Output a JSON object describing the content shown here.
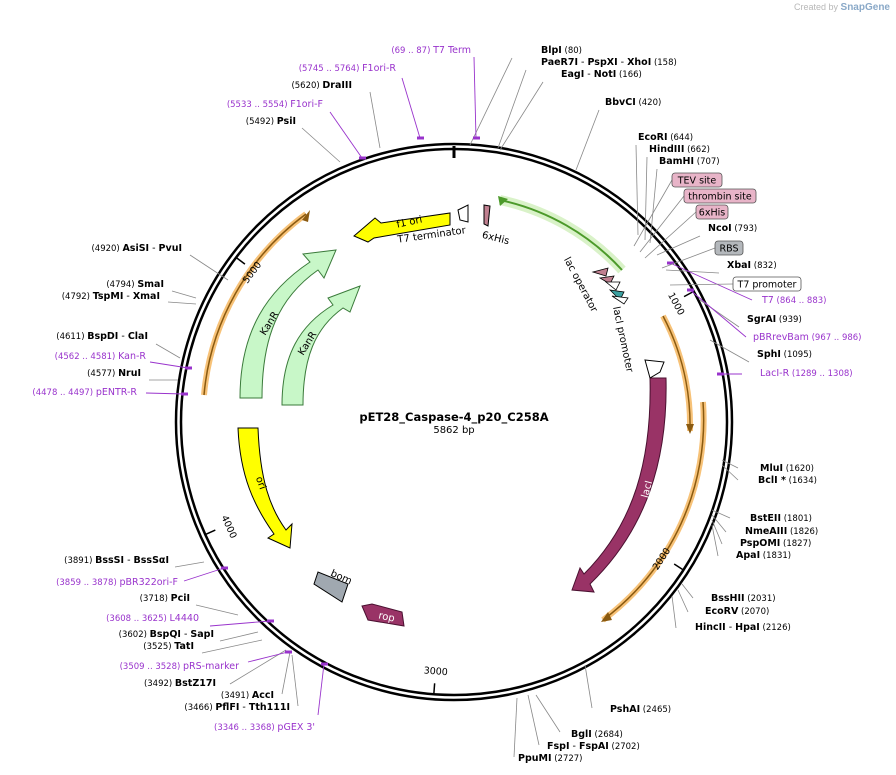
{
  "watermark": {
    "prefix": "Created by",
    "brand": "SnapGene"
  },
  "plasmid": {
    "name": "pET28_Caspase-4_p20_C258A",
    "length": "5862 bp",
    "total_bp": 5862
  },
  "colors": {
    "enzyme": "#000000",
    "primer": "#9933cc",
    "f1ori": "#ffff00",
    "ori": "#ffff00",
    "kanr": "#c8f7c8",
    "laci": "#993366",
    "rop": "#993366",
    "his": "#c08090",
    "bom": "#a0a8b0",
    "promoter": "#ffffff",
    "orange": "#f7c278",
    "green": "#64b43c"
  },
  "ticks": [
    {
      "label": "1000",
      "bp": 1000
    },
    {
      "label": "2000",
      "bp": 2000
    },
    {
      "label": "3000",
      "bp": 3000
    },
    {
      "label": "4000",
      "bp": 4000
    },
    {
      "label": "5000",
      "bp": 5000
    }
  ],
  "enzymes_right": [
    {
      "names": [
        "BlpI"
      ],
      "pos": "(80)"
    },
    {
      "names": [
        "PaeR7I",
        "PspXI",
        "XhoI"
      ],
      "pos": "(158)"
    },
    {
      "names": [
        "EagI",
        "NotI"
      ],
      "pos": "(166)"
    },
    {
      "names": [
        "BbvCI"
      ],
      "pos": "(420)"
    },
    {
      "names": [
        "EcoRI"
      ],
      "pos": "(644)"
    },
    {
      "names": [
        "HindIII"
      ],
      "pos": "(662)"
    },
    {
      "names": [
        "BamHI"
      ],
      "pos": "(707)"
    },
    {
      "names": [
        "NcoI"
      ],
      "pos": "(793)"
    },
    {
      "names": [
        "XbaI"
      ],
      "pos": "(832)"
    },
    {
      "names": [
        "SgrAI"
      ],
      "pos": "(939)"
    },
    {
      "names": [
        "SphI"
      ],
      "pos": "(1095)"
    },
    {
      "names": [
        "MluI"
      ],
      "pos": "(1620)"
    },
    {
      "names": [
        "BclI *"
      ],
      "pos": "(1634)"
    },
    {
      "names": [
        "BstEII"
      ],
      "pos": "(1801)"
    },
    {
      "names": [
        "NmeAIII"
      ],
      "pos": "(1826)"
    },
    {
      "names": [
        "PspOMI"
      ],
      "pos": "(1827)"
    },
    {
      "names": [
        "ApaI"
      ],
      "pos": "(1831)"
    },
    {
      "names": [
        "BssHII"
      ],
      "pos": "(2031)"
    },
    {
      "names": [
        "EcoRV"
      ],
      "pos": "(2070)"
    },
    {
      "names": [
        "HincII",
        "HpaI"
      ],
      "pos": "(2126)"
    },
    {
      "names": [
        "PshAI"
      ],
      "pos": "(2465)"
    },
    {
      "names": [
        "BglI"
      ],
      "pos": "(2684)"
    },
    {
      "names": [
        "FspI",
        "FspAI"
      ],
      "pos": "(2702)"
    },
    {
      "names": [
        "PpuMI"
      ],
      "pos": "(2727)"
    }
  ],
  "enzymes_left": [
    {
      "names": [
        "DraIII"
      ],
      "pos": "(5620)"
    },
    {
      "names": [
        "PsiI"
      ],
      "pos": "(5492)"
    },
    {
      "names": [
        "AsiSI",
        "PvuI"
      ],
      "pos": "(4920)"
    },
    {
      "names": [
        "SmaI"
      ],
      "pos": "(4794)"
    },
    {
      "names": [
        "TspMI",
        "XmaI"
      ],
      "pos": "(4792)"
    },
    {
      "names": [
        "BspDI",
        "ClaI"
      ],
      "pos": "(4611)"
    },
    {
      "names": [
        "NruI"
      ],
      "pos": "(4577)"
    },
    {
      "names": [
        "BssSI",
        "BssSαI"
      ],
      "pos": "(3891)"
    },
    {
      "names": [
        "PciI"
      ],
      "pos": "(3718)"
    },
    {
      "names": [
        "BspQI",
        "SapI"
      ],
      "pos": "(3602)"
    },
    {
      "names": [
        "TatI"
      ],
      "pos": "(3525)"
    },
    {
      "names": [
        "BstZ17I"
      ],
      "pos": "(3492)"
    },
    {
      "names": [
        "AccI"
      ],
      "pos": "(3491)"
    },
    {
      "names": [
        "PflFI",
        "Tth111I"
      ],
      "pos": "(3466)"
    }
  ],
  "primers": [
    {
      "name": "T7 Term",
      "range": "(69 .. 87)"
    },
    {
      "name": "F1ori-R",
      "range": "(5745 .. 5764)"
    },
    {
      "name": "F1ori-F",
      "range": "(5533 .. 5554)"
    },
    {
      "name": "T7",
      "range": "(864 .. 883)"
    },
    {
      "name": "pBRrevBam",
      "range": "(967 .. 986)"
    },
    {
      "name": "LacI-R",
      "range": "(1289 .. 1308)"
    },
    {
      "name": "Kan-R",
      "range": "(4562 .. 4581)"
    },
    {
      "name": "pENTR-R",
      "range": "(4478 .. 4497)"
    },
    {
      "name": "pBR322ori-F",
      "range": "(3859 .. 3878)"
    },
    {
      "name": "L4440",
      "range": "(3608 .. 3625)"
    },
    {
      "name": "pRS-marker",
      "range": "(3509 .. 3528)"
    },
    {
      "name": "pGEX 3'",
      "range": "(3346 .. 3368)"
    }
  ],
  "boxed_features": [
    "TEV site",
    "thrombin site",
    "6xHis",
    "RBS",
    "T7 promoter"
  ],
  "inner_features": {
    "f1ori": "f1 ori",
    "t7term": "T7 terminator",
    "his6": "6xHis",
    "lacop": "lac operator",
    "lacprom": "lacI promoter",
    "laci": "lacI",
    "rop": "rop",
    "bom": "bom",
    "ori": "ori",
    "kanr1": "KanR",
    "kanr2": "KanR"
  }
}
